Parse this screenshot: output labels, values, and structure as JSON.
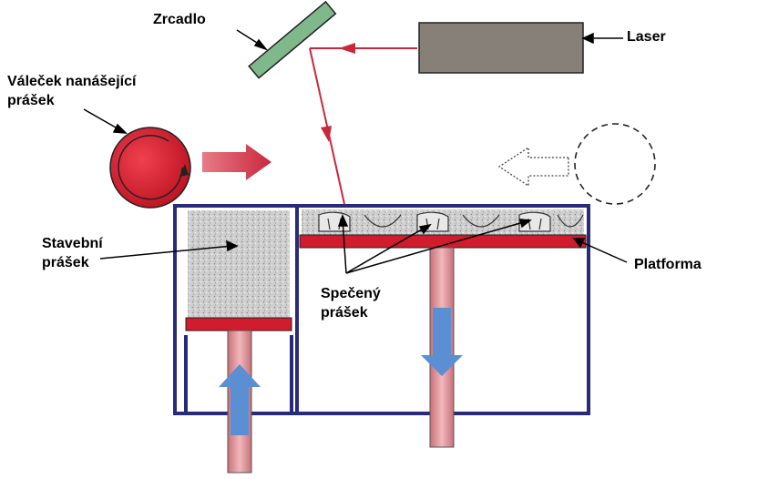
{
  "labels": {
    "mirror": "Zrcadlo",
    "laser": "Laser",
    "roller_line1": "Váleček nanášející",
    "roller_line2": "prášek",
    "build_powder_line1": "Stavební",
    "build_powder_line2": "prášek",
    "platform": "Platforma",
    "sintered_line1": "Spečený",
    "sintered_line2": "prášek"
  },
  "colors": {
    "laser_beam": "#c8283c",
    "laser_body": "#858078",
    "mirror": "#7fb88a",
    "frame": "#2a2a7a",
    "platform": "#d01c2c",
    "piston": "#e89ca0",
    "arrow_blue": "#5b8fd4",
    "roller": "#d8182c",
    "powder": "#c8c8c8"
  }
}
